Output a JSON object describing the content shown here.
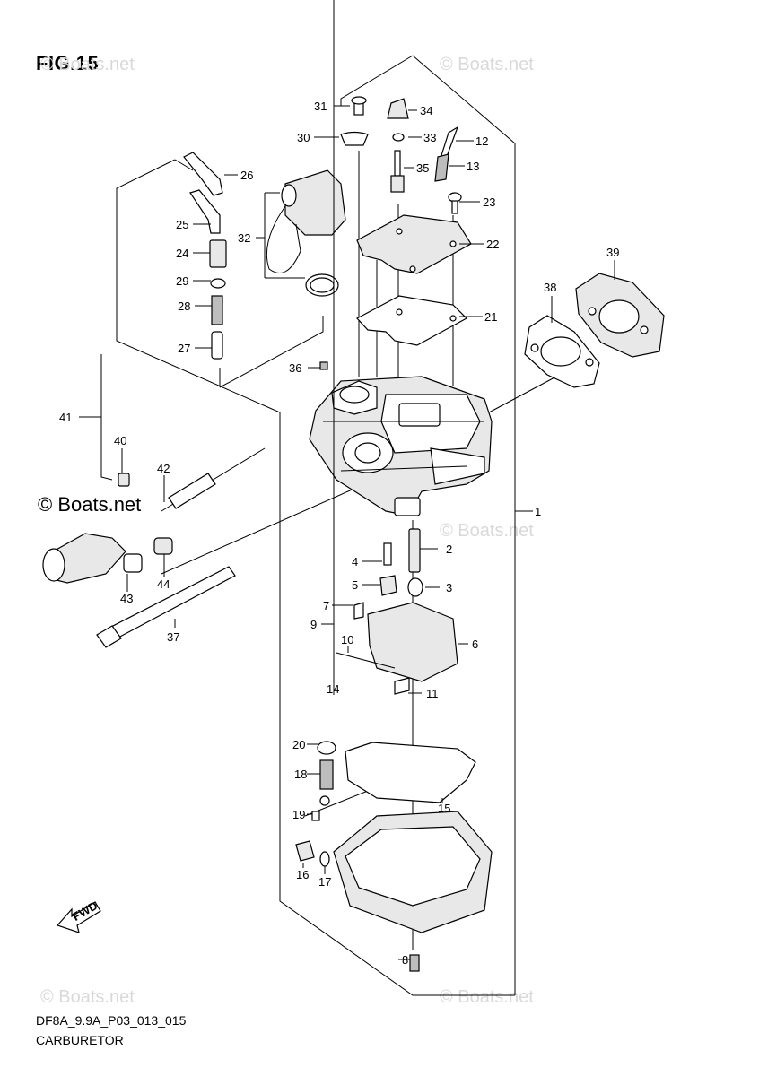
{
  "figure": {
    "title": "FIG.15",
    "code": "DF8A_9.9A_P03_013_015",
    "name": "CARBURETOR"
  },
  "watermark": {
    "text": "© Boats.net",
    "prominent_text": "© Boats.net"
  },
  "fwd_arrow": {
    "label": "FWD"
  },
  "callouts": [
    "1",
    "2",
    "3",
    "4",
    "5",
    "6",
    "7",
    "8",
    "9",
    "10",
    "11",
    "12",
    "13",
    "14",
    "15",
    "16",
    "17",
    "18",
    "19",
    "20",
    "21",
    "22",
    "23",
    "24",
    "25",
    "26",
    "27",
    "28",
    "29",
    "30",
    "31",
    "32",
    "33",
    "34",
    "35",
    "36",
    "37",
    "38",
    "39",
    "40",
    "41",
    "42",
    "43",
    "44"
  ]
}
